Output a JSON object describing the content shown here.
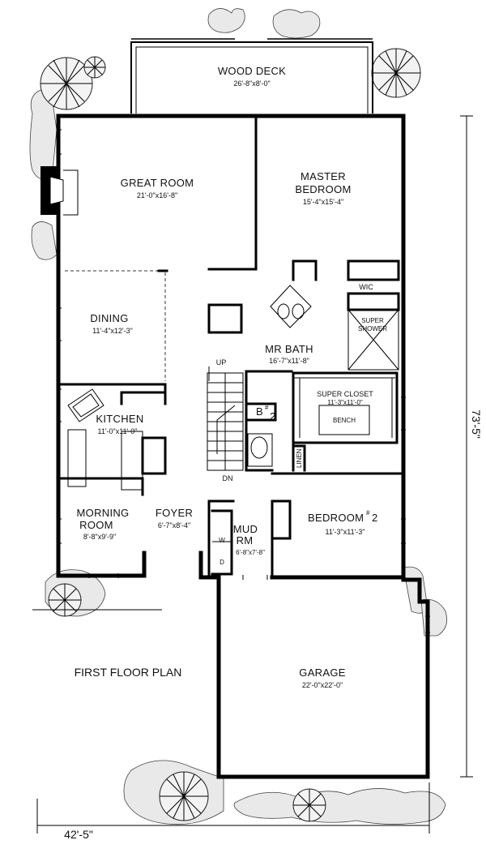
{
  "rooms": {
    "wood_deck": {
      "name": "WOOD DECK",
      "size": "26'-8\"x8'-0\""
    },
    "great_room": {
      "name": "GREAT ROOM",
      "size": "21'-0\"x16'-8\""
    },
    "master_bedroom": {
      "name_line1": "MASTER",
      "name_line2": "BEDROOM",
      "size": "15'-4\"x15'-4\""
    },
    "dining": {
      "name": "DINING",
      "size": "11'-4\"x12'-3\""
    },
    "wic": {
      "name": "WIC"
    },
    "super_shower": {
      "line1": "SUPER",
      "line2": "SHOWER"
    },
    "mr_bath": {
      "name": "MR BATH",
      "size": "16'-7\"x11'-8\""
    },
    "super_closet": {
      "name": "SUPER CLOSET",
      "size": "11'-3\"x11'-0\"",
      "bench": "BENCH"
    },
    "kitchen": {
      "name": "KITCHEN",
      "size": "11'-0\"x11'-0\""
    },
    "b2": {
      "name": "B",
      "superscript": "#",
      "number": "2"
    },
    "linen": {
      "name": "LINEN"
    },
    "morning_room": {
      "name_line1": "MORNING",
      "name_line2": "ROOM",
      "size": "8'-8\"x9'-9\""
    },
    "foyer": {
      "name": "FOYER",
      "size": "6'-7\"x8'-4\""
    },
    "mud_rm": {
      "name_line1": "MUD",
      "name_line2": "RM",
      "size": "6'-8\"x7'-8\""
    },
    "bedroom2": {
      "name": "BEDROOM",
      "superscript": "#",
      "number": "2",
      "size": "11'-3\"x11'-3\""
    },
    "garage": {
      "name": "GARAGE",
      "size": "22'-0\"x22'-0\""
    }
  },
  "stairs": {
    "up": "UP",
    "down": "DN"
  },
  "laundry": {
    "washer": "W",
    "dryer": "D"
  },
  "plan_title": "FIRST FLOOR PLAN",
  "dimensions": {
    "width": "42'-5\"",
    "depth": "73'-5\""
  }
}
